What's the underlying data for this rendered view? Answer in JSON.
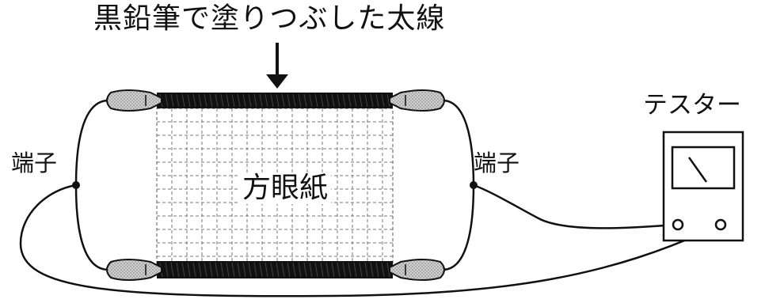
{
  "labels": {
    "title": "黒鉛筆で塗りつぶした太線",
    "terminal_left": "端子",
    "terminal_right": "端子",
    "graph_paper": "方眼紙",
    "tester": "テスター"
  },
  "colors": {
    "ink": "#111111",
    "clip": "#bdbdbd",
    "grid": "#777777"
  }
}
